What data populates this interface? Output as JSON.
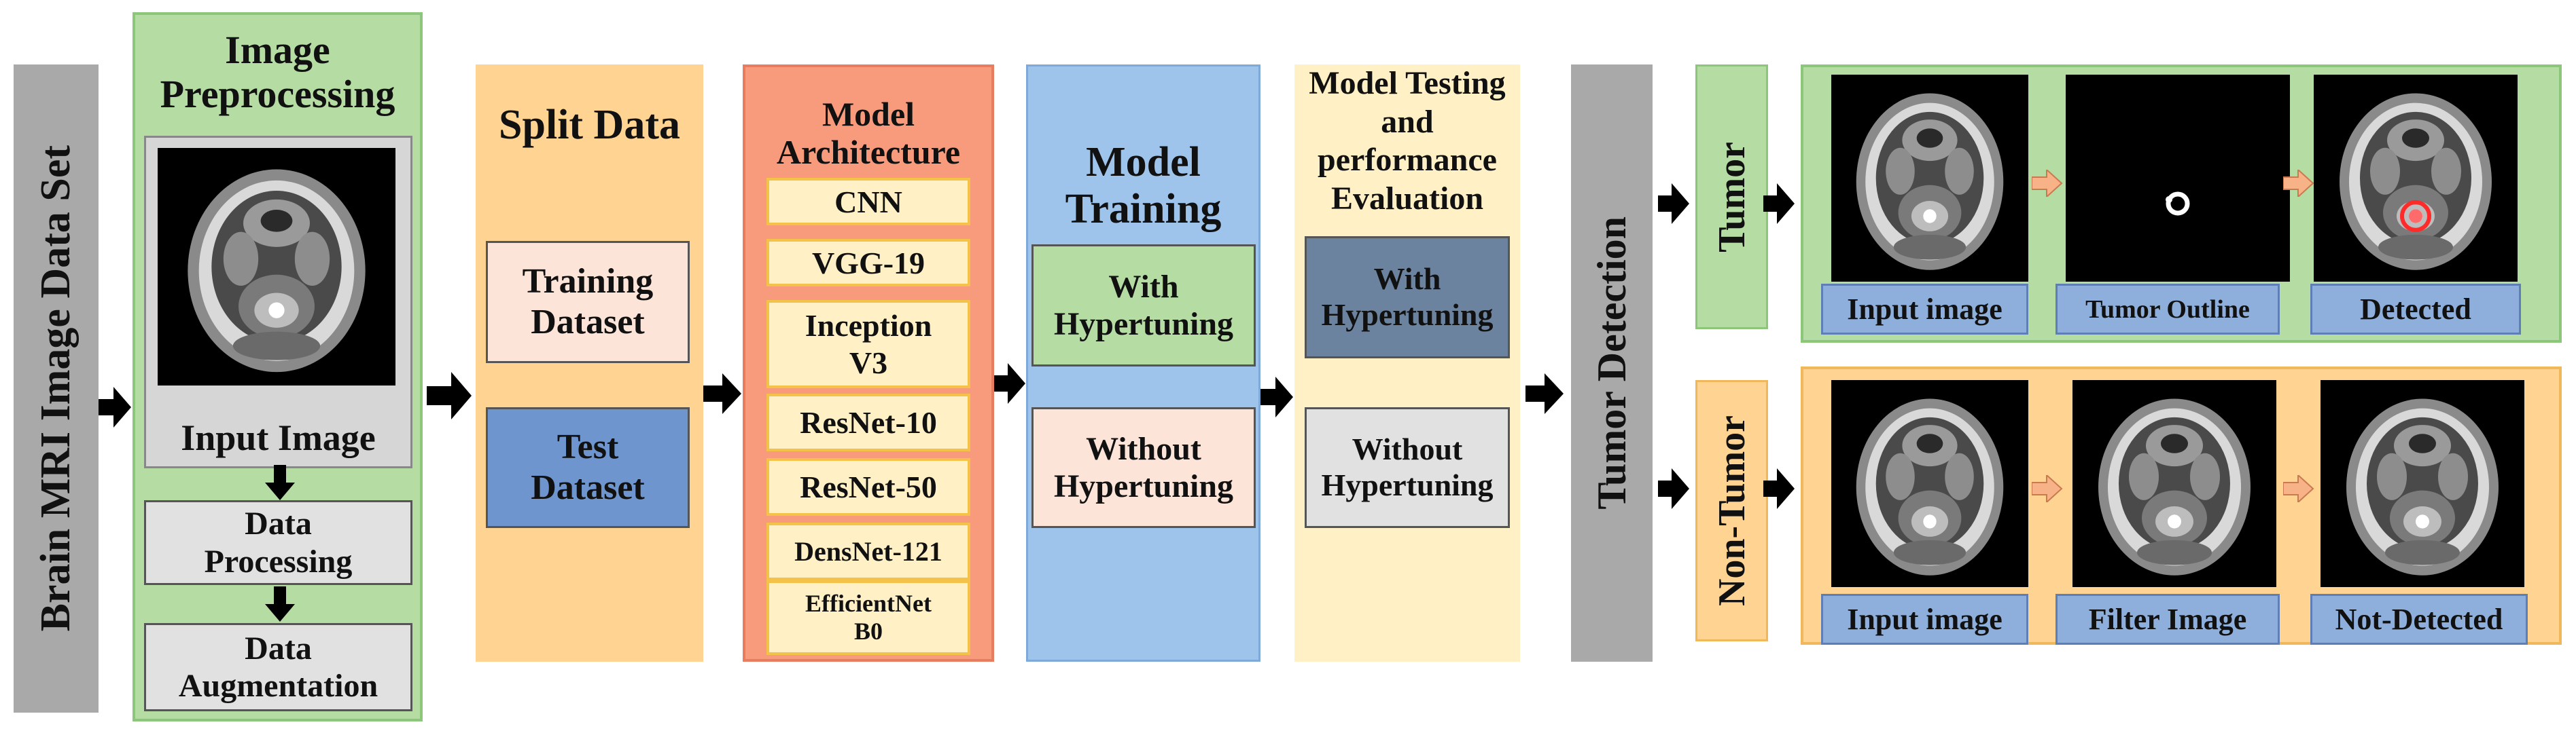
{
  "dataset": {
    "title": "Brain MRI Image Data Set"
  },
  "preprocessing": {
    "title": "Image Preprocessing",
    "input_label": "Input Image",
    "steps": [
      "Data Processing",
      "Data Augmentation"
    ]
  },
  "split": {
    "title": "Split Data",
    "training": "Training Dataset",
    "test": "Test Dataset"
  },
  "architecture": {
    "title": "Model Architecture",
    "models": [
      "CNN",
      "VGG-19",
      "Inception V3",
      "ResNet-10",
      "ResNet-50",
      "DensNet-121",
      "EfficientNet B0"
    ]
  },
  "training": {
    "title": "Model Training",
    "with": "With Hypertuning",
    "without": "Without Hypertuning"
  },
  "testing": {
    "title": "Model Testing and performance Evaluation",
    "with": "With Hypertuning",
    "without": "Without Hypertuning"
  },
  "detection": {
    "title": "Tumor Detection"
  },
  "tumor": {
    "label": "Tumor",
    "captions": [
      "Input image",
      "Tumor Outline",
      "Detected"
    ]
  },
  "non_tumor": {
    "label": "Non-Tumor",
    "captions": [
      "Input image",
      "Filter Image",
      "Not-Detected"
    ]
  },
  "colors": {
    "green_panel": "#b5dca3",
    "orange_panel": "#ffd492",
    "red_panel": "#f79b7c",
    "blue_panel": "#9fc4ec",
    "cream_panel": "#fff0c6",
    "gray_panel": "#a9a9a9",
    "label_blue": "#8eaedb",
    "pink_box": "#fde4d8",
    "test_blue": "#6f95cf",
    "dark_slate": "#6c839f",
    "light_gray_box": "#e1e1e1",
    "arrow_orange": "#f7b288",
    "detect_red": "#ff2a2a"
  }
}
